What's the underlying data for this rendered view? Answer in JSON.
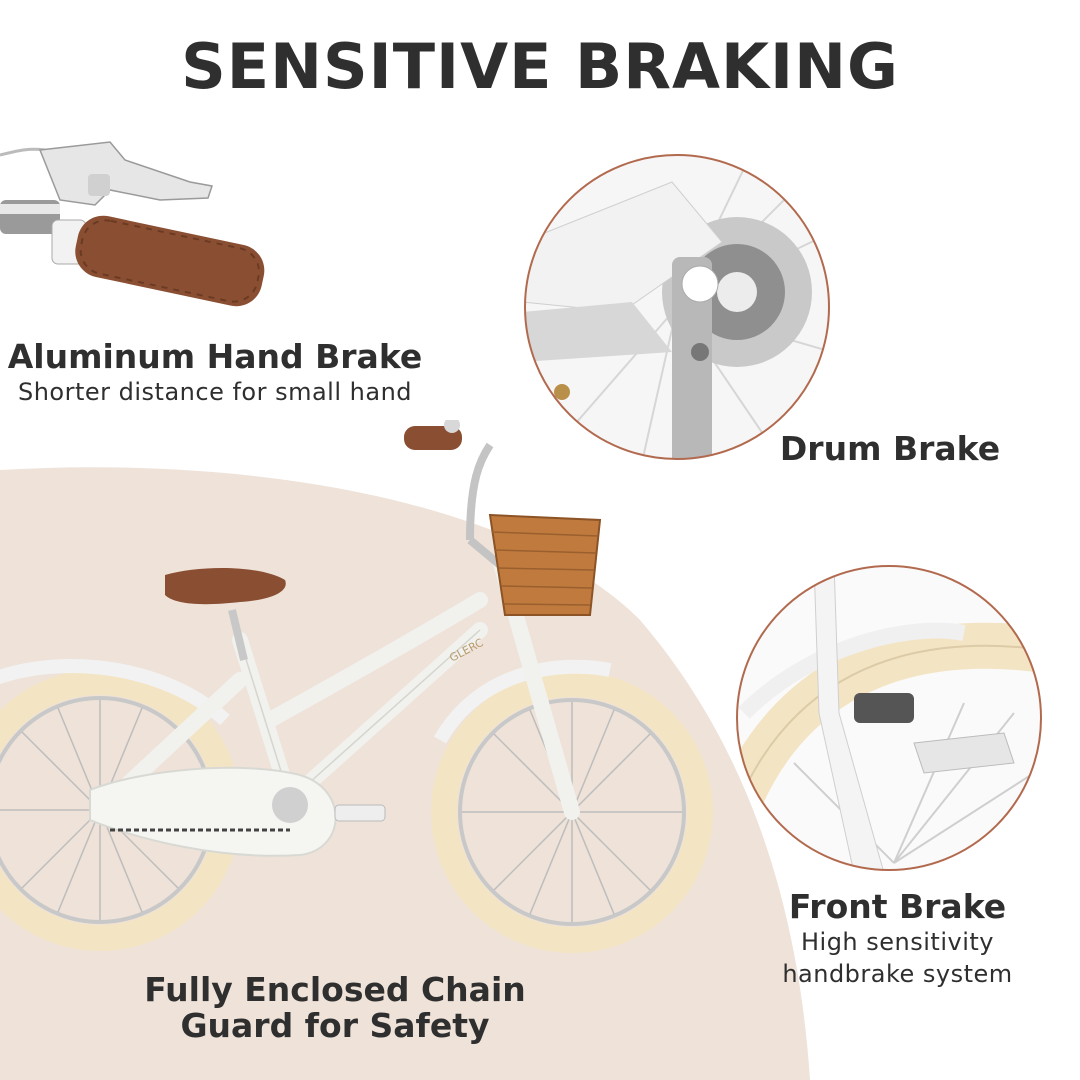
{
  "title": "SENSITIVE BRAKING",
  "features": {
    "hand_brake": {
      "title": "Aluminum Hand Brake",
      "subtitle": "Shorter distance for small hand"
    },
    "drum_brake": {
      "title": "Drum Brake"
    },
    "front_brake": {
      "title": "Front Brake",
      "subtitle_line1": "High sensitivity",
      "subtitle_line2": "handbrake system"
    },
    "chain_guard": {
      "title_line1": "Fully Enclosed Chain",
      "title_line2": "Guard for Safety"
    }
  },
  "bike_brand": "GLERC",
  "colors": {
    "background": "#ffffff",
    "blob": "#eee2d9",
    "text": "#2f2f2f",
    "circle_border": "#b26a4e",
    "grip": "#8a4f32",
    "tire": "#f3e4c4",
    "frame": "#f5f5f2",
    "basket": "#c07a3e"
  }
}
